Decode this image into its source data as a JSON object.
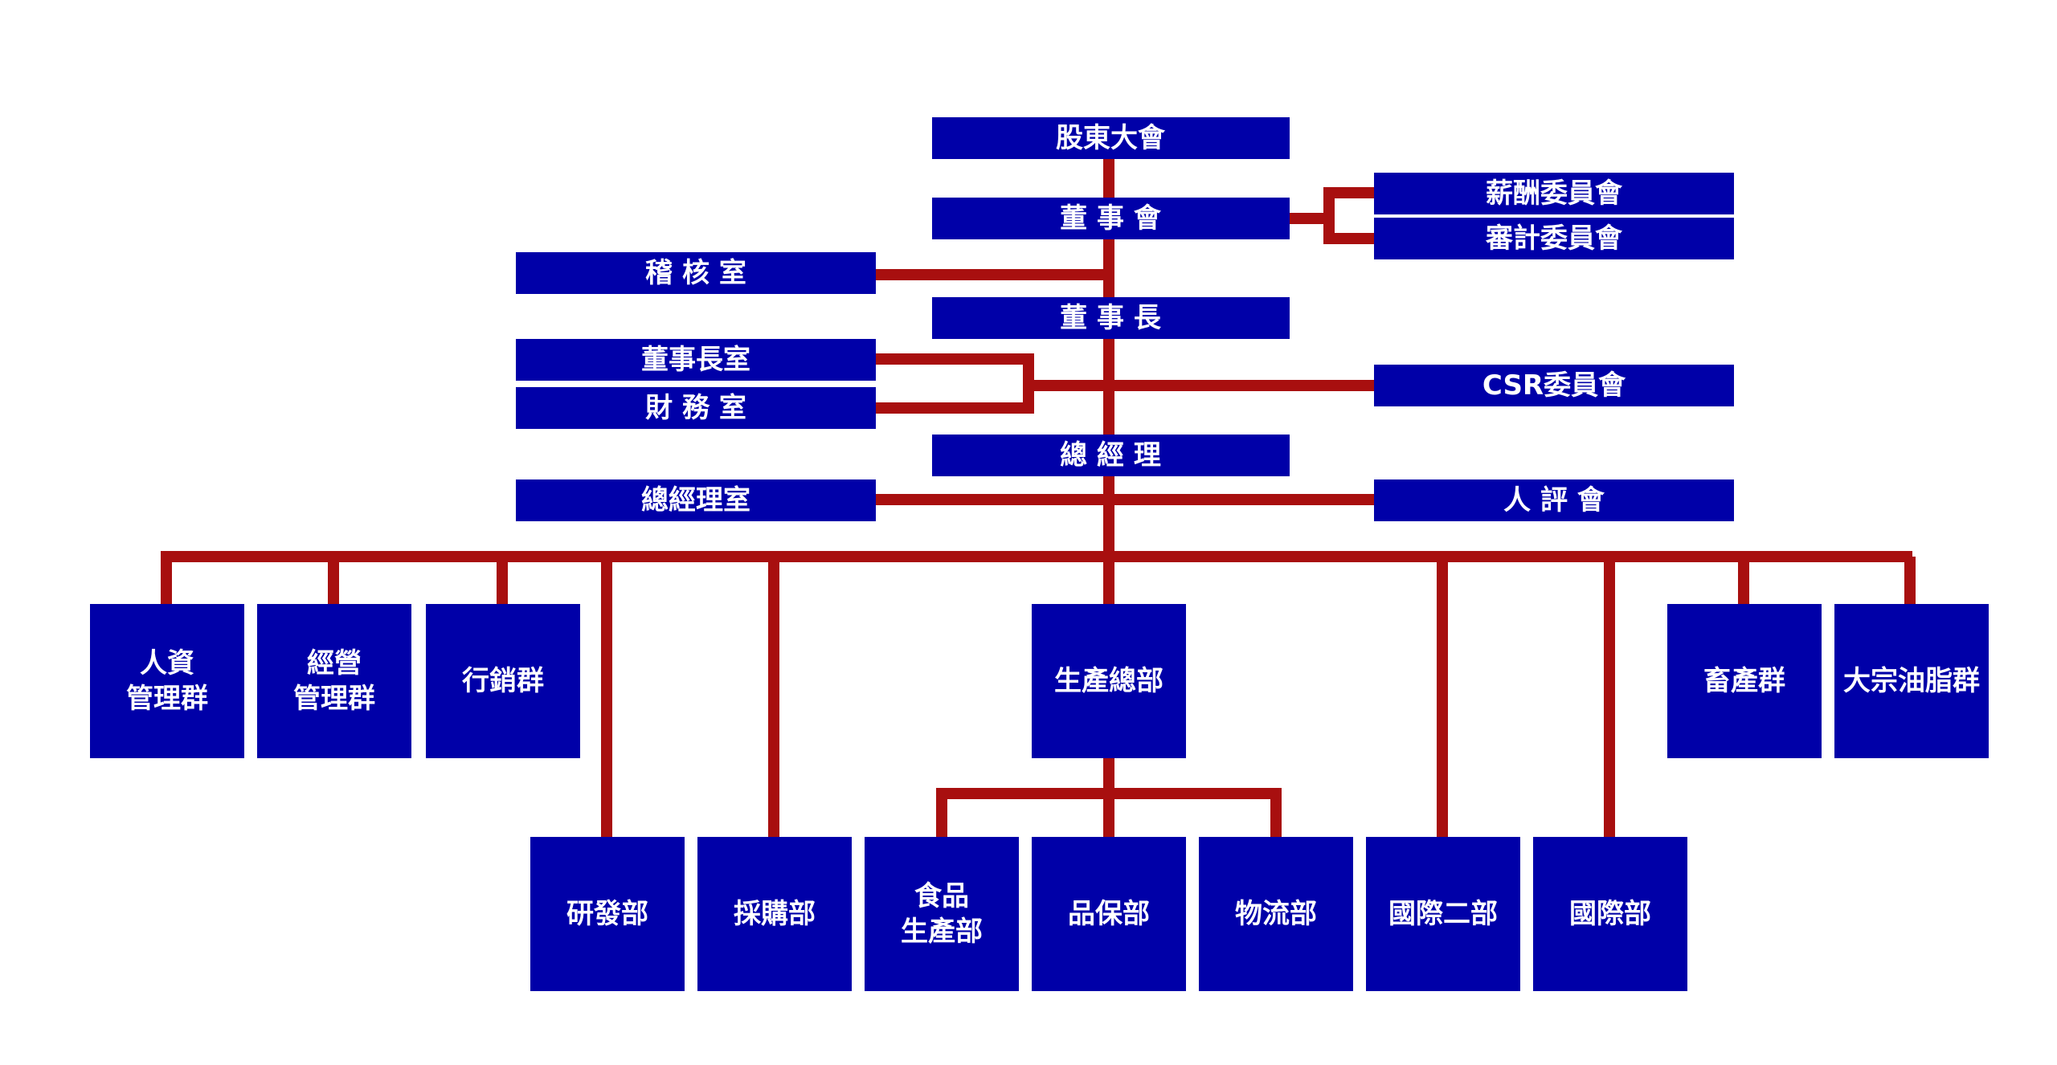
{
  "nodes": {
    "shareholders": "股東大會",
    "board": "董 事 會",
    "compensation_committee": "薪酬委員會",
    "audit_committee": "審計委員會",
    "audit_office": "稽 核 室",
    "chairman": "董 事 長",
    "chairman_office": "董事長室",
    "finance_office": "財 務 室",
    "csr_committee": "CSR委員會",
    "general_manager": "總 經 理",
    "gm_office": "總經理室",
    "personnel_committee": "人 評 會",
    "hr_group": [
      "人資",
      "管理群"
    ],
    "management_group": [
      "經營",
      "管理群"
    ],
    "marketing_group": "行銷群",
    "production_hq": "生產總部",
    "livestock_group": "畜產群",
    "oil_group": "大宗油脂群",
    "rnd_dept": "研發部",
    "procurement_dept": "採購部",
    "food_production_dept": [
      "食品",
      "生產部"
    ],
    "quality_dept": "品保部",
    "logistics_dept": "物流部",
    "intl_2_dept": "國際二部",
    "intl_dept": "國際部"
  },
  "colors": {
    "box": "#0000a8",
    "text": "#ffffff",
    "connector": "#a80f0f"
  }
}
